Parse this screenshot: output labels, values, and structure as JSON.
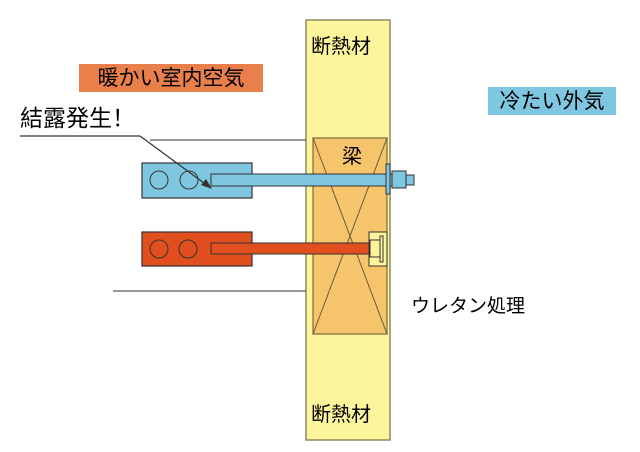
{
  "labels": {
    "warm_indoor_air": "暖かい室内空気",
    "cold_outdoor_air": "冷たい外気",
    "condensation": "結露発生！",
    "insulation_top": "断熱材",
    "insulation_bottom": "断熱材",
    "beam": "梁",
    "urethane": "ウレタン処理"
  },
  "colors": {
    "insulation": "#fdf59b",
    "beam": "#f6c46a",
    "warm": "#e24f1e",
    "cold": "#7fc6e0",
    "warm_label_bg": "#e97f4a",
    "cold_label_bg": "#7fc6e0"
  }
}
